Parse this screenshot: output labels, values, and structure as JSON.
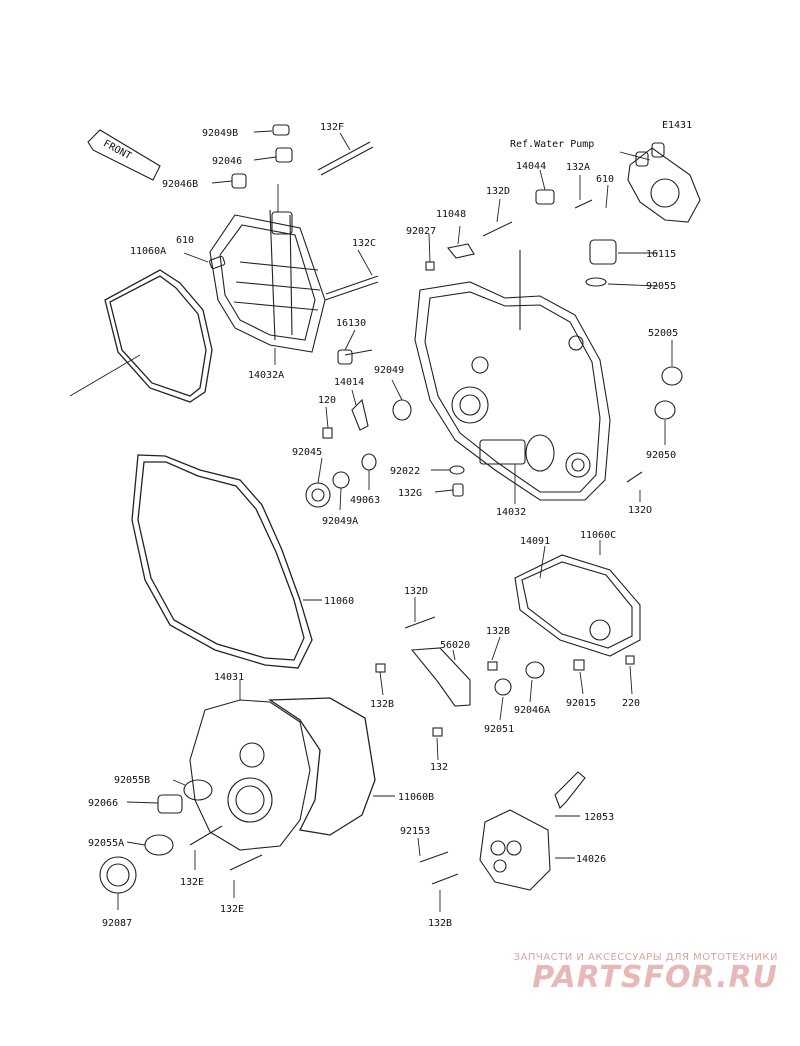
{
  "diagram_id": "E1431",
  "ref_text": "Ref.Water Pump",
  "front_label": "FRONT",
  "labels": {
    "l92049B": "92049B",
    "l132F": "132F",
    "l92046": "92046",
    "l92046B": "92046B",
    "l14044": "14044",
    "l132A": "132A",
    "l610a": "610",
    "l132D": "132D",
    "l11048": "11048",
    "l92027": "92027",
    "l11060A": "11060A",
    "l610b": "610",
    "l132C": "132C",
    "l16115": "16115",
    "l92055": "92055",
    "l16130": "16130",
    "l52005": "52005",
    "l14032A": "14032A",
    "l14014": "14014",
    "l92049": "92049",
    "l120": "120",
    "l92045": "92045",
    "l92022": "92022",
    "l49063": "49063",
    "l132G": "132G",
    "l92050": "92050",
    "l132O": "132O",
    "l92049A": "92049A",
    "l14032": "14032",
    "l14091": "14091",
    "l11060C": "11060C",
    "l132Db": "132D",
    "l11060": "11060",
    "l132B": "132B",
    "l56020": "56020",
    "l132Bb": "132B",
    "l92046A": "92046A",
    "l92015": "92015",
    "l220": "220",
    "l92051": "92051",
    "l132": "132",
    "l14031": "14031",
    "l92055B": "92055B",
    "l11060B": "11060B",
    "l92066": "92066",
    "l12053": "12053",
    "l92153": "92153",
    "l92055A": "92055A",
    "l14026": "14026",
    "l132E": "132E",
    "l132Eb": "132E",
    "l92087": "92087",
    "l132Bc": "132B"
  },
  "watermark": {
    "top": "ЗАПЧАСТИ И АКСЕССУАРЫ ДЛЯ МОТОТЕХНИКИ",
    "logo": "PARTSFOR.RU"
  }
}
